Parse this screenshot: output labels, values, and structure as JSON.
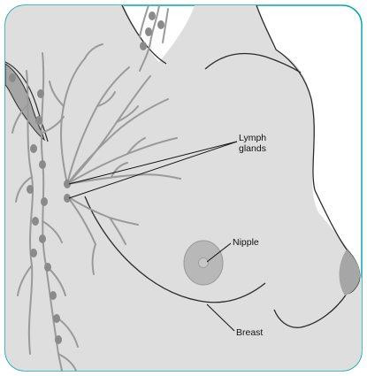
{
  "labels": {
    "lymph_line1": "Lymph",
    "lymph_line2": "glands",
    "nipple": "Nipple",
    "breast": "Breast"
  },
  "colors": {
    "frame": "#00a8b0",
    "skin": "#dedede",
    "outline": "#2a2a2a",
    "vessel": "#9a9a9a",
    "node": "#8a8a8a",
    "areola": "#b8b8b8",
    "shadow": "#a6a6a6"
  }
}
